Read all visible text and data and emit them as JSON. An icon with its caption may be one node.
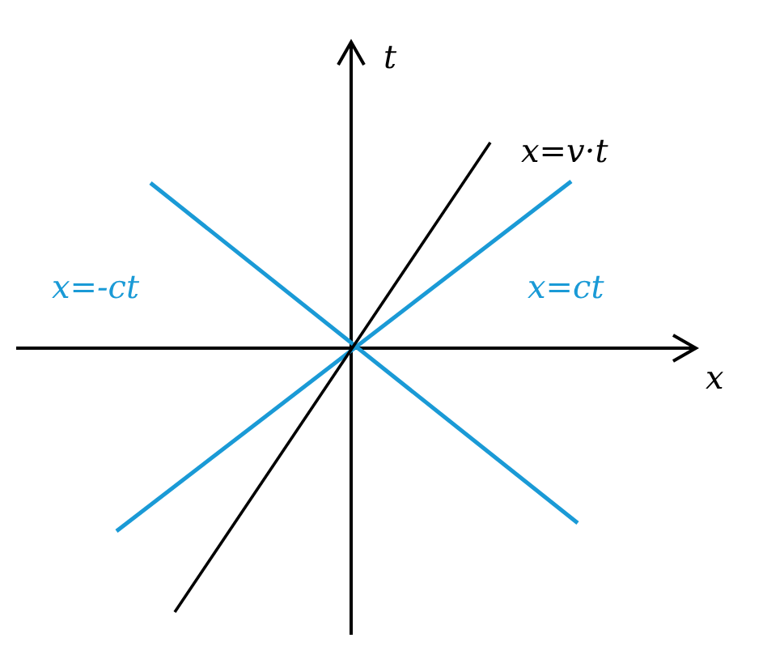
{
  "diagram": {
    "labels": [
      "t",
      "x=v·t",
      "x=-ct",
      "x=ct",
      "x"
    ]
  }
}
